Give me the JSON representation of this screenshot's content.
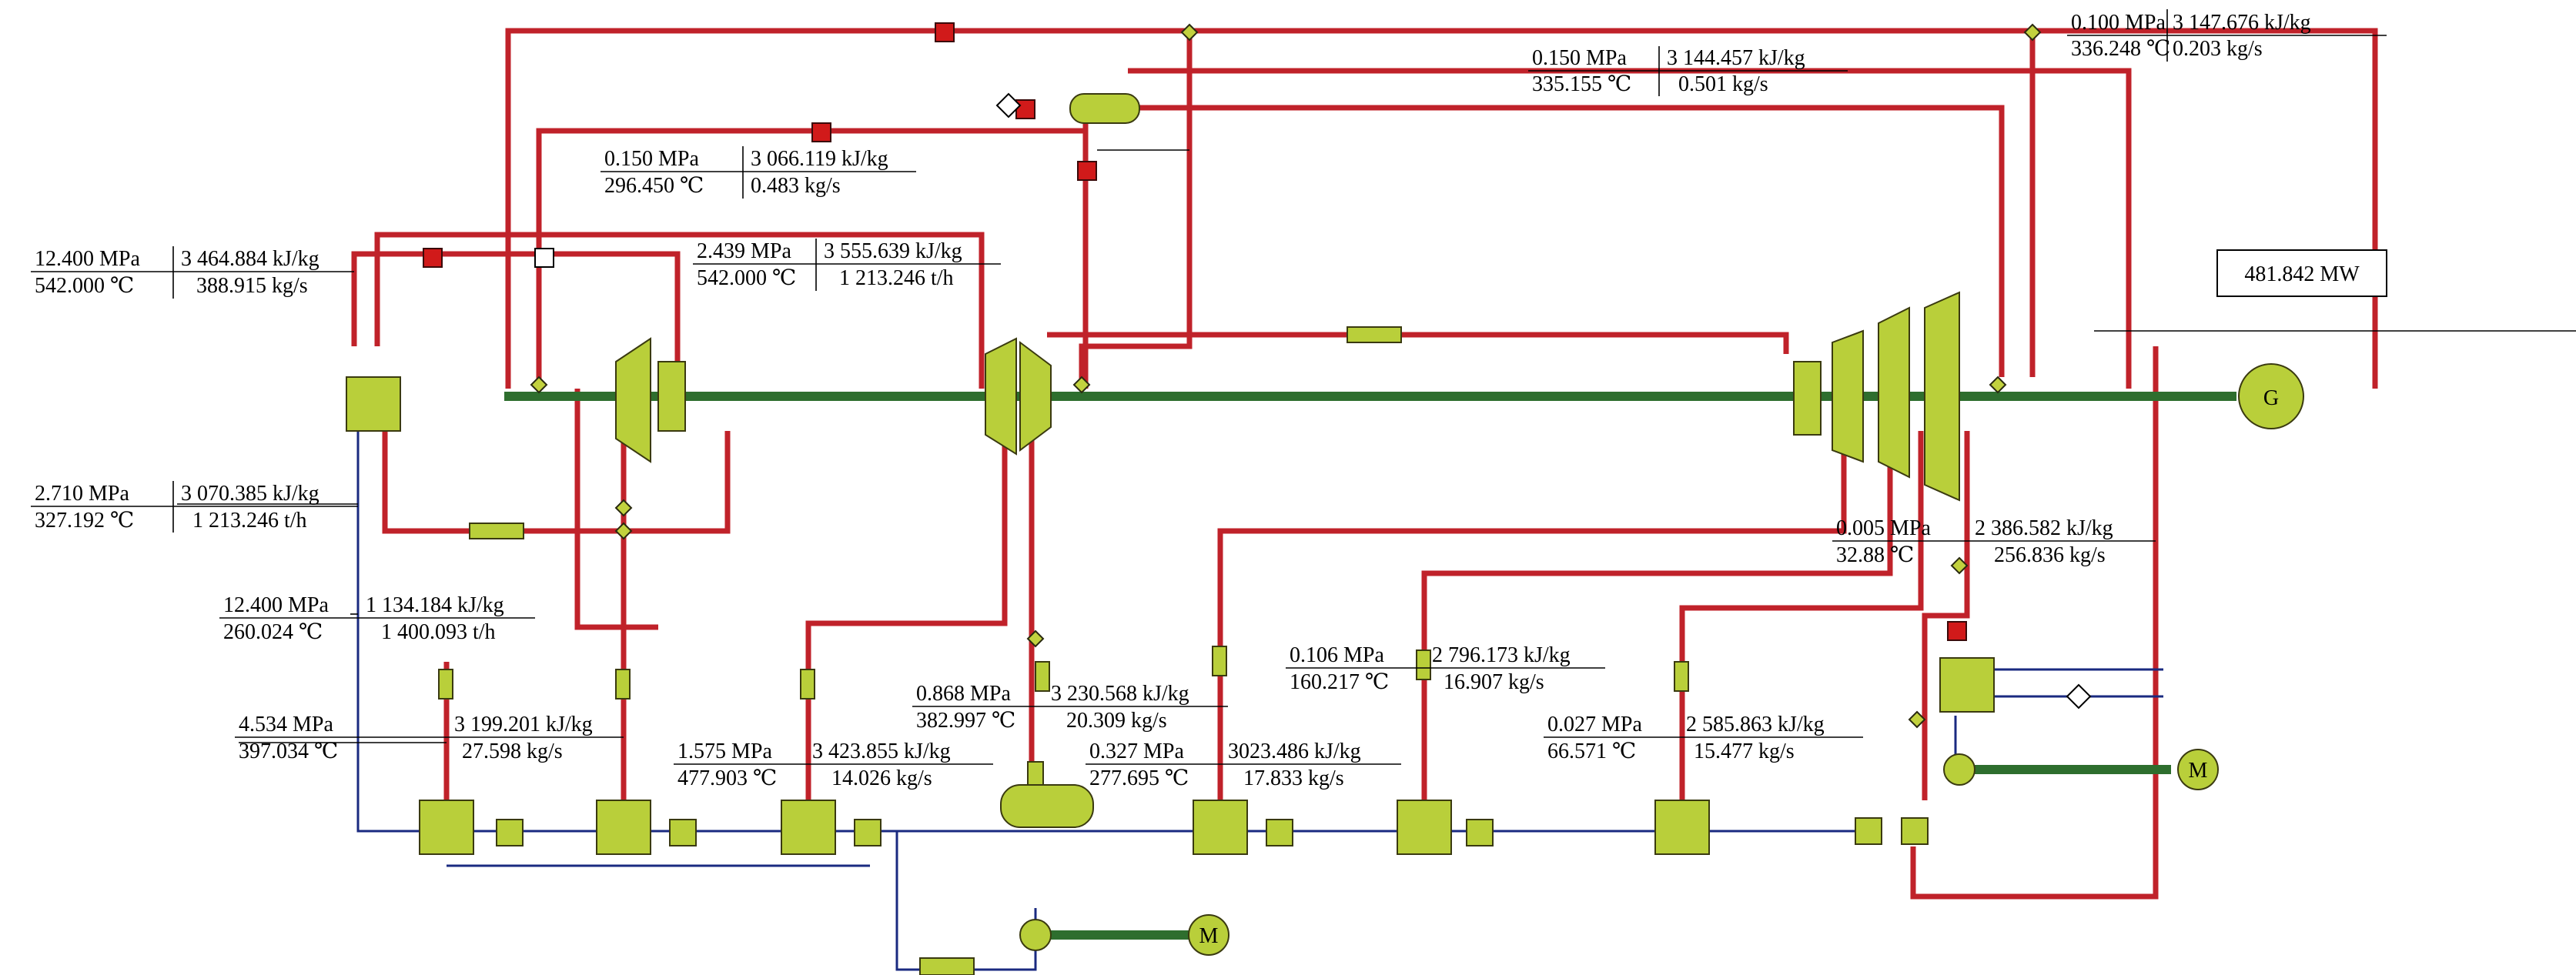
{
  "generator": {
    "power": "481.842 MW",
    "symbol": "G"
  },
  "motors": {
    "symbol": "M"
  },
  "labels": [
    {
      "id": "l1",
      "p": "0.100 MPa",
      "h": "3 147.676 kJ/kg",
      "t": "336.248 ℃",
      "f": "0.203 kg/s"
    },
    {
      "id": "l2",
      "p": "0.150 MPa",
      "h": "3 144.457 kJ/kg",
      "t": "335.155 ℃",
      "f": "0.501 kg/s"
    },
    {
      "id": "l3",
      "p": "0.150 MPa",
      "h": "3 066.119 kJ/kg",
      "t": "296.450 ℃",
      "f": "0.483 kg/s"
    },
    {
      "id": "l4",
      "p": "12.400 MPa",
      "h": "3 464.884 kJ/kg",
      "t": "542.000 ℃",
      "f": "388.915 kg/s"
    },
    {
      "id": "l5",
      "p": "2.439 MPa",
      "h": "3 555.639 kJ/kg",
      "t": "542.000 ℃",
      "f": "1 213.246 t/h"
    },
    {
      "id": "l6",
      "p": "2.710 MPa",
      "h": "3 070.385 kJ/kg",
      "t": "327.192 ℃",
      "f": "1 213.246 t/h"
    },
    {
      "id": "l7",
      "p": "12.400 MPa",
      "h": "1 134.184 kJ/kg",
      "t": "260.024 ℃",
      "f": "1 400.093 t/h"
    },
    {
      "id": "l8",
      "p": "4.534 MPa",
      "h": "3 199.201 kJ/kg",
      "t": "397.034 ℃",
      "f": "27.598 kg/s"
    },
    {
      "id": "l9",
      "p": "1.575 MPa",
      "h": "3 423.855 kJ/kg",
      "t": "477.903 ℃",
      "f": "14.026 kg/s"
    },
    {
      "id": "l10",
      "p": "0.868 MPa",
      "h": "3 230.568 kJ/kg",
      "t": "382.997 ℃",
      "f": "20.309 kg/s"
    },
    {
      "id": "l11",
      "p": "0.327 MPa",
      "h": "3023.486 kJ/kg",
      "t": "277.695 ℃",
      "f": "17.833 kg/s"
    },
    {
      "id": "l12",
      "p": "0.106 MPa",
      "h": "2 796.173 kJ/kg",
      "t": "160.217 ℃",
      "f": "16.907 kg/s"
    },
    {
      "id": "l13",
      "p": "0.027 MPa",
      "h": "2 585.863 kJ/kg",
      "t": "66.571 ℃",
      "f": "15.477 kg/s"
    },
    {
      "id": "l14",
      "p": "0.005 MPa",
      "h": "2 386.582 kJ/kg",
      "t": "32.88 ℃",
      "f": "256.836 kg/s"
    }
  ]
}
